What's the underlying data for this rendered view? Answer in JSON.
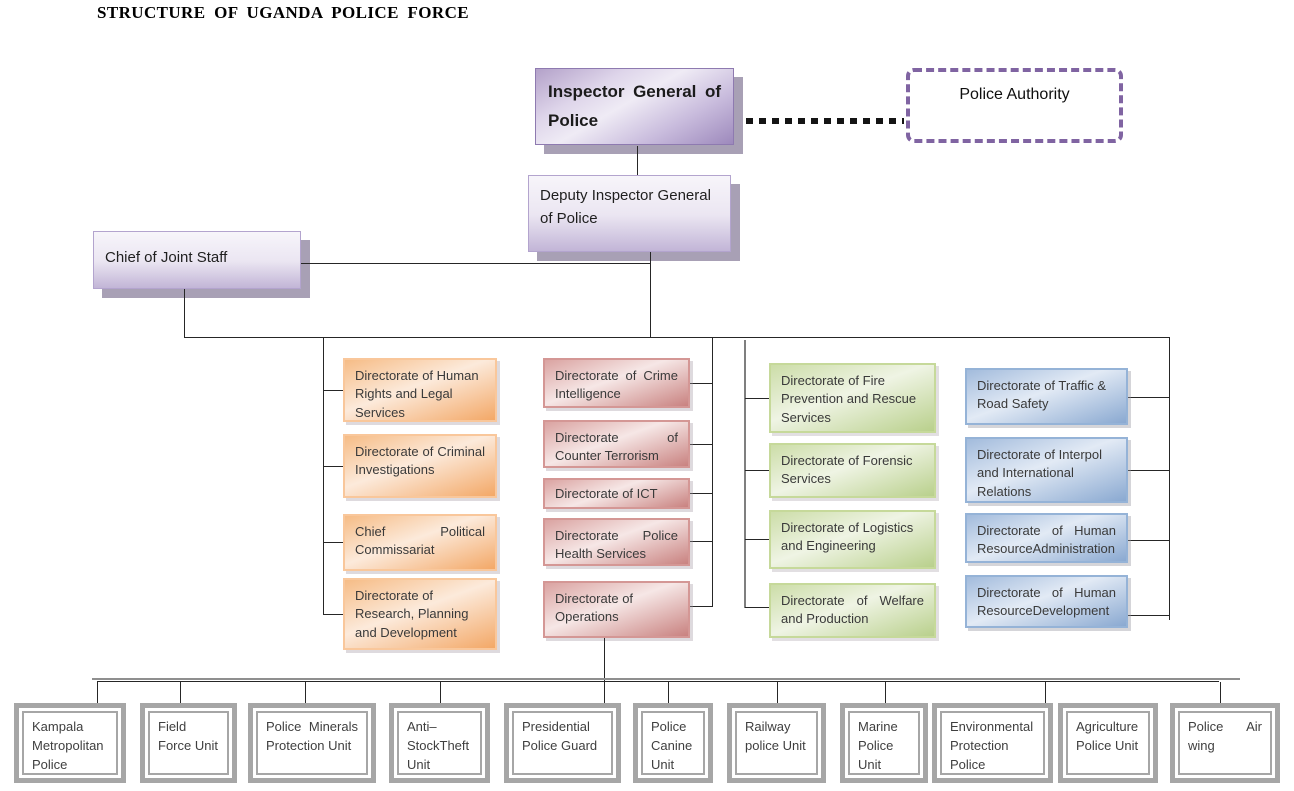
{
  "title": "STRUCTURE OF UGANDA POLICE FORCE",
  "nodes": {
    "igp": "Inspector General of Police",
    "police_authority": "Police Authority",
    "deputy_igp": "Deputy Inspector General of Police",
    "chief_joint_staff": "Chief of Joint Staff"
  },
  "directorates": {
    "orange": [
      "Directorate of Human Rights and Legal Services",
      "Directorate of Criminal Investigations",
      "Chief Political Commissariat",
      "Directorate of Research, Planning and Development"
    ],
    "red": [
      "Directorate of Crime Intelligence",
      "Directorate of Counter Terrorism",
      "Directorate of ICT",
      "Directorate Police Health Services",
      "Directorate of Operations"
    ],
    "green": [
      "Directorate of Fire Prevention and Rescue Services",
      "Directorate of Forensic Services",
      "Directorate of Logistics and Engineering",
      "Directorate of Welfare and Production"
    ],
    "blue": [
      "Directorate of Traffic & Road Safety",
      "Directorate of Interpol and International Relations",
      "Directorate of Human ResourceAdministration",
      "Directorate of Human ResourceDevelopment"
    ]
  },
  "units": [
    "Kampala Metropolitan Police",
    "Field Force Unit",
    "Police Minerals Protection Unit",
    "Anti–StockTheft Unit",
    "Presidential Police Guard",
    "Police Canine Unit",
    "Railway police Unit",
    "Marine Police Unit",
    "Environmental Protection Police",
    "Agriculture Police Unit",
    "Police Air wing"
  ],
  "colors": {
    "purple_accent": "#8064a2",
    "orange_accent": "#f79646",
    "red_accent": "#c0504d",
    "green_accent": "#9bbb59",
    "blue_accent": "#4f81bd",
    "gray_border": "#a6a6a6",
    "connector": "#262626"
  }
}
